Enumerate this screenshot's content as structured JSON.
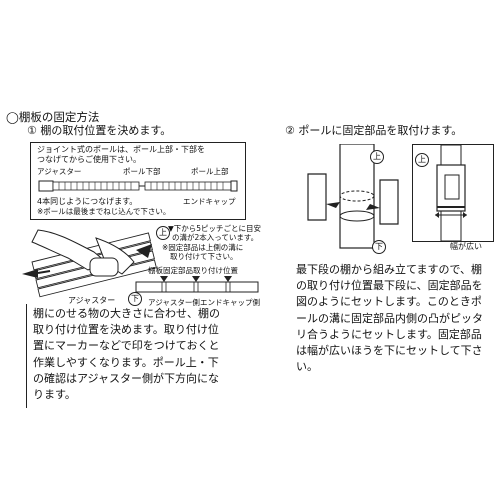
{
  "header": {
    "title": "◯棚板の固定方法"
  },
  "step1": {
    "label": "① 棚の取付位置を決めます。",
    "joint_box": {
      "note_line1": "ジョイント式のポールは、ポール上部・下部を",
      "note_line2": "つなげてからご使用下さい。",
      "adjuster": "アジャスター",
      "pole_lower": "ポール下部",
      "pole_upper": "ポール上部",
      "four_same": "4本同じようにつなげます。",
      "end_cap": "エンドキャップ",
      "caution": "※ポールは最後までねじ込んで下さい。"
    },
    "pitch_note_line1": "▼下から5ピッチごとに目安",
    "pitch_note_line2": "の溝が2本入っています。",
    "pitch_note_line3": "※固定部品は上側の溝に",
    "pitch_note_line4": "取り付けて下さい。",
    "gauge_title": "棚板固定部品取り付け位置",
    "gauge_adjuster_side": "アジャスター側",
    "gauge_endcap_side": "エンドキャップ側",
    "adjuster_label": "アジャスター",
    "up_mark": "上",
    "down_mark": "下",
    "description": "棚にのせる物の大きさに合わせ、棚の\n取り付け位置を決めます。取り付け位\n置にマーカーなどで印をつけておくと\n作業しやすくなります。ポール上・下\nの確認はアジャスター側が下方向にな\nります。"
  },
  "step2": {
    "label": "② ポールに固定部品を取付けます。",
    "up_mark": "上",
    "down_mark": "下",
    "wide_label": "幅が広い",
    "description": "最下段の棚から組み立てますので、棚\nの取り付け位置最下段に、固定部品を\n図のようにセットします。このときポ\nールの溝に固定部品内側の凸がピッタ\nリ合うようにセットします。固定部品\nは幅が広いほうを下にセットして下さい。"
  }
}
